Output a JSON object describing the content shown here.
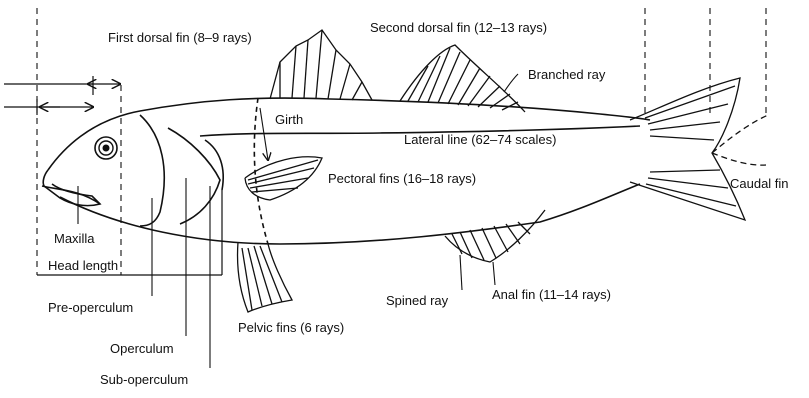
{
  "labels": {
    "first_dorsal_fin": "First dorsal fin (8–9 rays)",
    "second_dorsal_fin": "Second dorsal fin (12–13 rays)",
    "branched_ray": "Branched ray",
    "girth": "Girth",
    "lateral_line": "Lateral line (62–74 scales)",
    "pectoral_fins": "Pectoral fins (16–18 rays)",
    "caudal_fin": "Caudal fin",
    "maxilla": "Maxilla",
    "head_length": "Head length",
    "pre_operculum": "Pre-operculum",
    "operculum": "Operculum",
    "sub_operculum": "Sub-operculum",
    "pelvic_fins": "Pelvic fins (6 rays)",
    "spined_ray": "Spined ray",
    "anal_fin": "Anal fin (11–14 rays)"
  },
  "colors": {
    "ink": "#111111",
    "background": "#ffffff"
  }
}
